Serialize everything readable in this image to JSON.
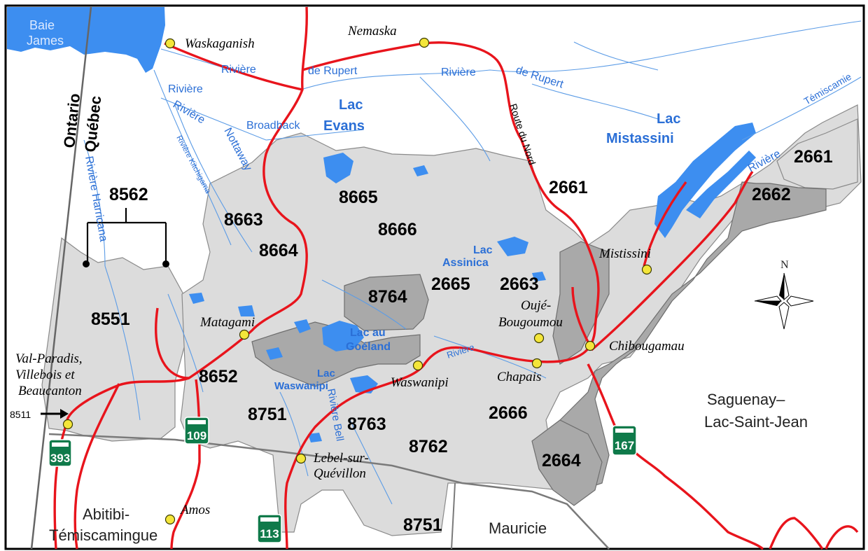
{
  "colors": {
    "water": "#3d8ef0",
    "zone_light": "#dcdcdc",
    "zone_dark": "#a9a9a9",
    "road": "#e8141c",
    "town_dot": "#f4e63a",
    "highway_shield": "#0f7a4a"
  },
  "water_labels": {
    "baie": "Baie",
    "james": "James",
    "riviere_rupert_1": "Rivière",
    "de_rupert_1": "de Rupert",
    "riviere_rupert_2": "Rivière",
    "de_rupert_2": "de Rupert",
    "riviere_broadback_1": "Rivière",
    "riviere_broadback_2": "Rivière",
    "broadback": "Broadback",
    "lac_evans_1": "Lac",
    "lac_evans_2": "Evans",
    "lac_mistassini_1": "Lac",
    "lac_mistassini_2": "Mistassini",
    "riviere_kitchigama": "Rivière Kitchigama",
    "nottaway": "Nottaway",
    "riviere_harricana": "Rivière Harricana",
    "temiscamie": "Témiscamie",
    "riviere_temiscamie": "Rivière",
    "lac_assinica_1": "Lac",
    "lac_assinica_2": "Assinica",
    "lac_goeland_1": "Lac au",
    "lac_goeland_2": "Goéland",
    "lac_waswanipi_1": "Lac",
    "lac_waswanipi_2": "Waswanipi",
    "riviere_bell": "Rivière Bell",
    "riviere_chibougamau": "Rivière"
  },
  "road_labels": {
    "route_du_nord": "Route du Nord"
  },
  "province_labels": {
    "ontario": "Ontario",
    "quebec": "Québec"
  },
  "towns": {
    "waskaganish": "Waskaganish",
    "nemaska": "Nemaska",
    "matagami": "Matagami",
    "mistissini": "Mistissini",
    "ouje_1": "Oujé-",
    "ouje_2": "Bougoumou",
    "chibougamau": "Chibougamau",
    "chapais": "Chapais",
    "waswanipi": "Waswanipi",
    "lebel_1": "Lebel-sur-",
    "lebel_2": "Quévillon",
    "amos": "Amos",
    "valparadis_1": "Val-Paradis,",
    "valparadis_2": "Villebois et",
    "valparadis_3": "Beaucanton"
  },
  "zones": {
    "z8562": "8562",
    "z8663": "8663",
    "z8664": "8664",
    "z8665": "8665",
    "z8666": "8666",
    "z2661a": "2661",
    "z2661b": "2661",
    "z2662": "2662",
    "z2665": "2665",
    "z2663": "2663",
    "z8764": "8764",
    "z8551": "8551",
    "z8652": "8652",
    "z8751a": "8751",
    "z8763": "8763",
    "z8762": "8762",
    "z2666": "2666",
    "z2664": "2664",
    "z8751b": "8751",
    "z8511": "8511"
  },
  "regions": {
    "saguenay_1": "Saguenay–",
    "saguenay_2": "Lac-Saint-Jean",
    "abitibi_1": "Abitibi-",
    "abitibi_2": "Témiscamingue",
    "mauricie": "Mauricie"
  },
  "highways": {
    "h393": "393",
    "h109": "109",
    "h113": "113",
    "h167": "167"
  },
  "compass": {
    "north": "N"
  }
}
